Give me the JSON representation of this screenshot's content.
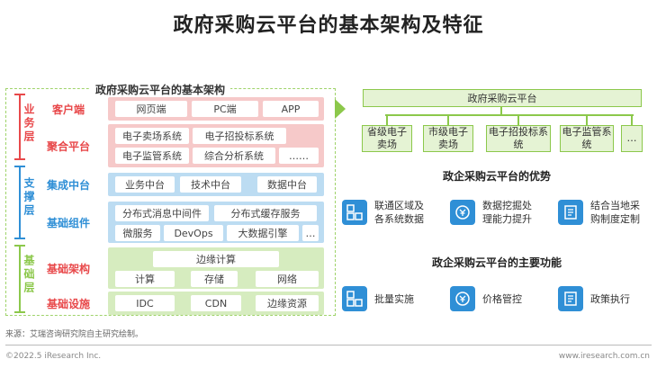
{
  "title": "政府采购云平台的基本架构及特征",
  "left_panel": {
    "title": "政府采购云平台的基本架构",
    "side_layers": [
      {
        "label": "业务层",
        "color": "#e8484a"
      },
      {
        "label": "支撑层",
        "color": "#2f8fd6"
      },
      {
        "label": "基础层",
        "color": "#8cc84b"
      }
    ],
    "rows": [
      {
        "label": "客户端",
        "color": "#e8484a",
        "band": "#f6c9c9",
        "cells": [
          "网页端",
          "PC端",
          "APP"
        ]
      },
      {
        "label": "聚合平台",
        "color": "#e8484a",
        "band": "#f6c9c9",
        "cells": [
          "电子卖场系统",
          "电子招投标系统",
          "电子监管系统",
          "综合分析系统",
          "……"
        ]
      },
      {
        "label": "集成中台",
        "color": "#2f8fd6",
        "band": "#bcdcf2",
        "cells": [
          "业务中台",
          "技术中台",
          "数据中台"
        ]
      },
      {
        "label": "基础组件",
        "color": "#2f8fd6",
        "band": "#bcdcf2",
        "cells": [
          "分布式消息中间件",
          "分布式缓存服务",
          "微服务",
          "DevOps",
          "大数据引擎",
          "…"
        ]
      },
      {
        "label": "基础架构",
        "color": "#e8484a",
        "band": "#d6ecbf",
        "cells": [
          "边缘计算",
          "计算",
          "存储",
          "网络"
        ]
      },
      {
        "label": "基础设施",
        "color": "#e8484a",
        "band": "#d6ecbf",
        "cells": [
          "IDC",
          "CDN",
          "边缘资源"
        ]
      }
    ]
  },
  "right_panel": {
    "top_box": "政府采购云平台",
    "sub_boxes": [
      "省级电子卖场",
      "市级电子卖场",
      "电子招投标系统",
      "电子监管系统",
      "…"
    ],
    "advantages_title": "政企采购云平台的优势",
    "advantages": [
      "联通区域及各系统数据",
      "数据挖掘处理能力提升",
      "结合当地采购制度定制"
    ],
    "functions_title": "政企采购云平台的主要功能",
    "functions": [
      "批量实施",
      "价格管控",
      "政策执行"
    ]
  },
  "footer": {
    "source": "来源：艾瑞咨询研究院自主研究绘制。",
    "copyright": "©2022.5 iResearch Inc.",
    "site": "www.iresearch.com.cn"
  }
}
